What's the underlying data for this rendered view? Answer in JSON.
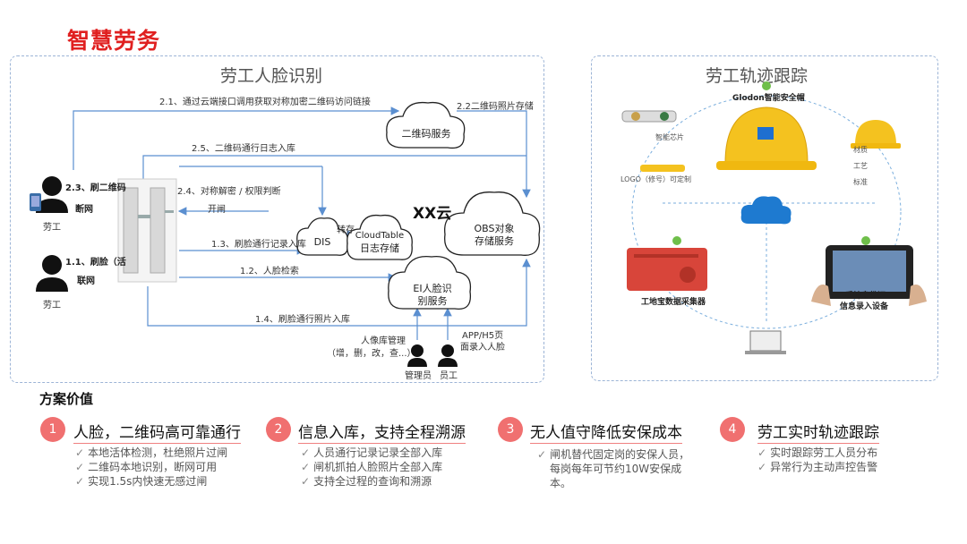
{
  "title": "智慧劳务",
  "left_panel": {
    "title": "劳工人脸识别",
    "xx_cloud": "XX云",
    "worker1": {
      "step": "2.3、刷二维码",
      "mode": "断网",
      "role": "劳工"
    },
    "worker2": {
      "step": "1.1、刷脸（活",
      "mode": "联网",
      "role": "劳工"
    },
    "clouds": {
      "qrcode": "二维码服务",
      "obs_line1": "OBS对象",
      "obs_line2": "存储服务",
      "dis": "DIS",
      "cloudtable_line1": "CloudTable",
      "cloudtable_line2": "日志存储",
      "ei_line1": "EI人脸识",
      "ei_line2": "别服务"
    },
    "arrows": {
      "a21": "2.1、通过云端接口调用获取对称加密二维码访问链接",
      "a22": "2.2二维码照片存储",
      "a25": "2.5、二维码通行日志入库",
      "a24": "2.4、对称解密 / 权限判断",
      "a24b": "开闸",
      "a13": "1.3、刷脸通行记录入库",
      "zhuancun": "转存",
      "a12": "1.2、人脸检索",
      "a14": "1.4、刷脸通行照片入库"
    },
    "face_lib": {
      "line1": "人像库管理",
      "line2": "（增，删，改，查...）"
    },
    "app_upload": {
      "line1": "APP/H5页",
      "line2": "面录入人脸"
    },
    "admin": "管理员",
    "staff": "员工"
  },
  "right_panel": {
    "title": "劳工轨迹跟踪",
    "helmet_title": "Glodon智能安全帽",
    "chip": "智能芯片",
    "logo_label": "LOGO（修号）可定制",
    "materials": [
      "材质",
      "工艺",
      "标准"
    ],
    "collector": "工地宝数据采集器",
    "handheld_line1": "手持身份证",
    "handheld_line2": "信息录入设备"
  },
  "value_section": {
    "title": "方案价值",
    "items": [
      {
        "num": "1",
        "head": "人脸，二维码高可靠通行",
        "bullets": [
          "本地活体检测，杜绝照片过闸",
          "二维码本地识别，断网可用",
          "实现1.5s内快速无感过闸"
        ]
      },
      {
        "num": "2",
        "head": "信息入库，支持全程溯源",
        "bullets": [
          "人员通行记录记录全部入库",
          "闸机抓拍人脸照片全部入库",
          "支持全过程的查询和溯源"
        ]
      },
      {
        "num": "3",
        "head": "无人值守降低安保成本",
        "bullets": [
          "闸机替代固定岗的安保人员，",
          "每岗每年可节约10W安保成",
          "本。"
        ]
      },
      {
        "num": "4",
        "head": "劳工实时轨迹跟踪",
        "bullets": [
          "实时跟踪劳工人员分布",
          "异常行为主动声控告警"
        ]
      }
    ]
  },
  "colors": {
    "accent_red": "#e02020",
    "badge": "#f07070",
    "arrow_blue": "#5b8fd0",
    "panel_border": "#9cb4d6"
  }
}
